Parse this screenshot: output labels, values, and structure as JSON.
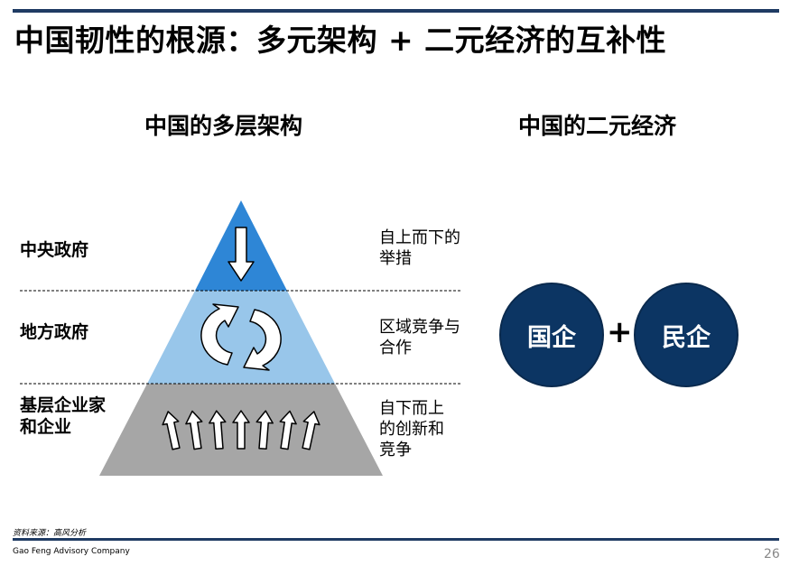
{
  "title": "中国韧性的根源：多元架构 + 二元经济的互补性",
  "left_section": {
    "title": "中国的多层架构",
    "levels": [
      {
        "label": "中央政府",
        "desc": [
          "自上而下的",
          "举措"
        ],
        "color": "#2e86d6"
      },
      {
        "label": "地方政府",
        "desc": [
          "区域竞争与",
          "合作"
        ],
        "color": "#98c6ea"
      },
      {
        "label": [
          "基层企业家",
          "和企业"
        ],
        "desc": [
          "自下而上",
          "的创新和",
          "竞争"
        ],
        "color": "#a6a6a6"
      }
    ],
    "icons": [
      "down-arrow-icon",
      "cycle-arrows-icon",
      "up-arrows-icon"
    ]
  },
  "right_section": {
    "title": "中国的二元经济",
    "left_circle": "国企",
    "operator": "+",
    "right_circle": "民企",
    "circle_color": "#0c3563"
  },
  "footer": {
    "source": "资料来源：高风分析",
    "company": "Gao Feng Advisory Company",
    "page": "26"
  }
}
